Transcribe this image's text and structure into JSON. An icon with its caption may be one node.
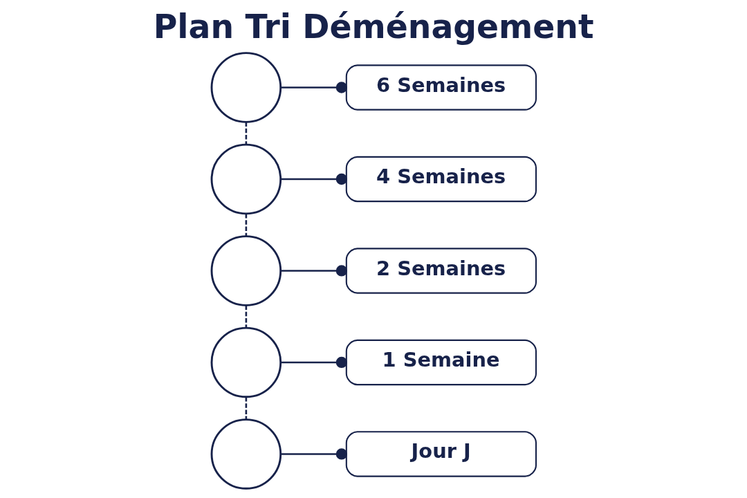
{
  "diagram": {
    "title": "Plan Tri Déménagement",
    "nodes": [
      {
        "text": [],
        "shape": "circle"
      },
      {
        "text": [
          "6 Semaines"
        ]
      },
      {
        "text": [],
        "shape": "circle"
      },
      {
        "text": [
          "4 Semaines"
        ]
      },
      {
        "text": [],
        "shape": "circle"
      },
      {
        "text": [
          "2 Semaines"
        ]
      },
      {
        "text": [],
        "shape": "circle"
      },
      {
        "text": [
          "1 Semaine"
        ]
      },
      {
        "text": [],
        "shape": "circle"
      },
      {
        "text": [
          "Jour J"
        ]
      }
    ],
    "edges": [
      {
        "from": 0,
        "to": 1,
        "arrow": "other"
      },
      {
        "from": 0,
        "to": 2,
        "arrow": "none",
        "style": "dashed"
      },
      {
        "from": 2,
        "to": 3,
        "arrow": "other"
      },
      {
        "from": 2,
        "to": 4,
        "arrow": "none",
        "style": "dashed"
      },
      {
        "from": 4,
        "to": 5,
        "arrow": "other"
      },
      {
        "from": 4,
        "to": 6,
        "arrow": "none",
        "style": "dashed"
      },
      {
        "from": 6,
        "to": 7,
        "arrow": "other"
      },
      {
        "from": 6,
        "to": 8,
        "arrow": "none",
        "style": "dashed"
      },
      {
        "from": 8,
        "to": 9,
        "arrow": "other"
      }
    ]
  }
}
